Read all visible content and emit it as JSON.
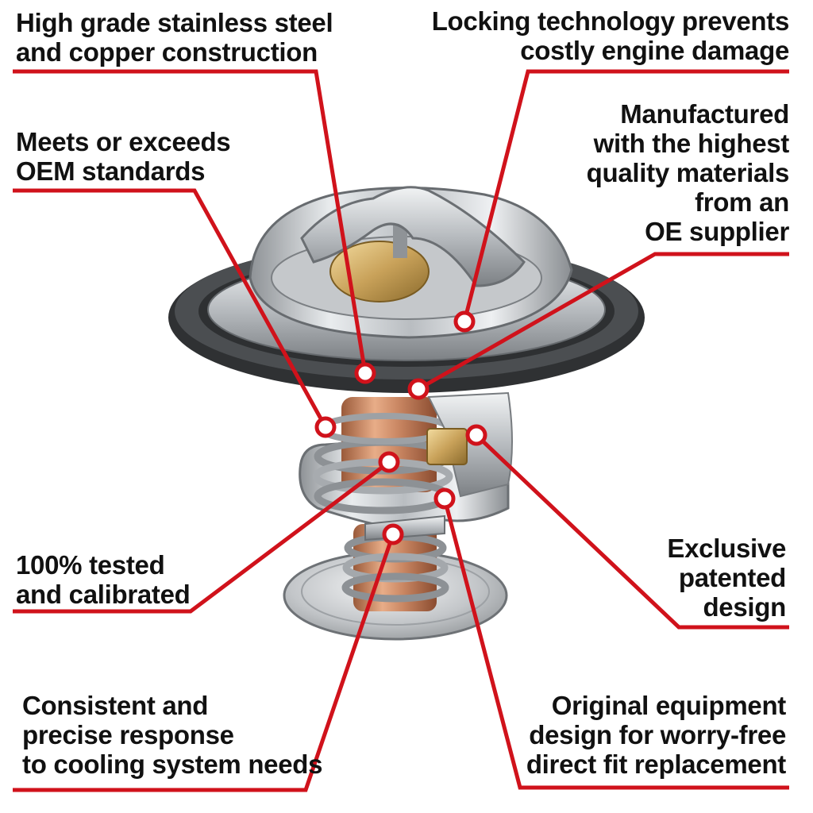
{
  "colors": {
    "callout_line": "#d0121b",
    "text": "#111111",
    "background": "#ffffff"
  },
  "product": "thermostat-image",
  "callouts": {
    "steel_copper": {
      "line1": "High grade stainless steel",
      "line2": "and copper construction"
    },
    "locking": {
      "line1": "Locking technology prevents",
      "line2": "costly engine damage"
    },
    "oem_standards": {
      "line1": "Meets or exceeds",
      "line2": "OEM standards"
    },
    "manufactured": {
      "line1": "Manufactured",
      "line2": "with the highest",
      "line3": "quality materials",
      "line4": "from an",
      "line5": "OE supplier"
    },
    "tested": {
      "line1": "100% tested",
      "line2": "and calibrated"
    },
    "exclusive": {
      "line1": "Exclusive",
      "line2": "patented",
      "line3": "design"
    },
    "consistent": {
      "line1": "Consistent and",
      "line2": "precise response",
      "line3": "to cooling system needs"
    },
    "original": {
      "line1": "Original equipment",
      "line2": "design for worry-free",
      "line3": "direct fit replacement"
    }
  }
}
